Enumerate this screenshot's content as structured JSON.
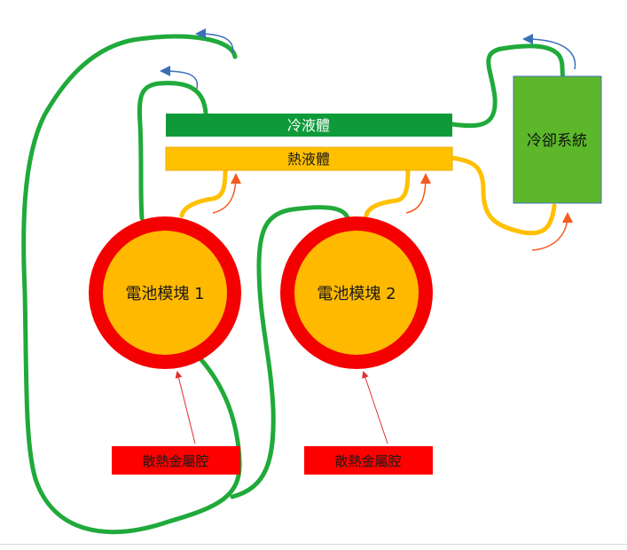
{
  "colors": {
    "green_pipe": "#1faa3a",
    "cold_bar": "#0f9a3a",
    "hot_bar": "#ffc000",
    "cooling_box": "#5cb82a",
    "cooling_border": "#4472c4",
    "module_ring": "#f40000",
    "module_core": "#ffb900",
    "heatsink": "#ff0000",
    "hot_arrow": "#f55a1e",
    "cool_arrow": "#3a6fb8",
    "pointer": "#e03030"
  },
  "icons": {
    "hot_flow": "curved-up-arrow-icon",
    "cool_flow": "curved-up-arrow-icon"
  },
  "labels": {
    "cold_liquid": "冷液體",
    "hot_liquid": "熱液體",
    "cooling_system": "冷卻系統",
    "module_1": "電池模塊 1",
    "module_2": "電池模塊 2",
    "heatsink_1": "散熱金屬腔",
    "heatsink_2": "散熱金屬腔"
  }
}
